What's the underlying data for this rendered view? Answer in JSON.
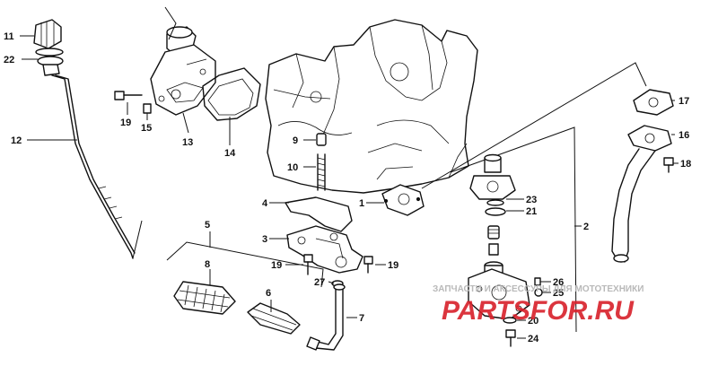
{
  "callouts": [
    {
      "id": "c11",
      "text": "11"
    },
    {
      "id": "c22",
      "text": "22"
    },
    {
      "id": "c12",
      "text": "12"
    },
    {
      "id": "c19a",
      "text": "19"
    },
    {
      "id": "c15",
      "text": "15"
    },
    {
      "id": "c13",
      "text": "13"
    },
    {
      "id": "c14",
      "text": "14"
    },
    {
      "id": "c9",
      "text": "9"
    },
    {
      "id": "c10",
      "text": "10"
    },
    {
      "id": "c4",
      "text": "4"
    },
    {
      "id": "c1",
      "text": "1"
    },
    {
      "id": "c3",
      "text": "3"
    },
    {
      "id": "c5",
      "text": "5"
    },
    {
      "id": "c8",
      "text": "8"
    },
    {
      "id": "c6",
      "text": "6"
    },
    {
      "id": "c19b",
      "text": "19"
    },
    {
      "id": "c19c",
      "text": "19"
    },
    {
      "id": "c27",
      "text": "27"
    },
    {
      "id": "c7",
      "text": "7"
    },
    {
      "id": "c17",
      "text": "17"
    },
    {
      "id": "c16",
      "text": "16"
    },
    {
      "id": "c18",
      "text": "18"
    },
    {
      "id": "c23",
      "text": "23"
    },
    {
      "id": "c21",
      "text": "21"
    },
    {
      "id": "c2",
      "text": "2"
    },
    {
      "id": "c26",
      "text": "26"
    },
    {
      "id": "c25",
      "text": "25"
    },
    {
      "id": "c20",
      "text": "20"
    },
    {
      "id": "c24",
      "text": "24"
    }
  ],
  "watermark": {
    "tagline": "ЗАПЧАСТИ И АКСЕССУРЫ ДЛЯ МОТОТЕХНИКИ",
    "brand": "PARTSFOR.RU",
    "color": "#d8202a"
  }
}
